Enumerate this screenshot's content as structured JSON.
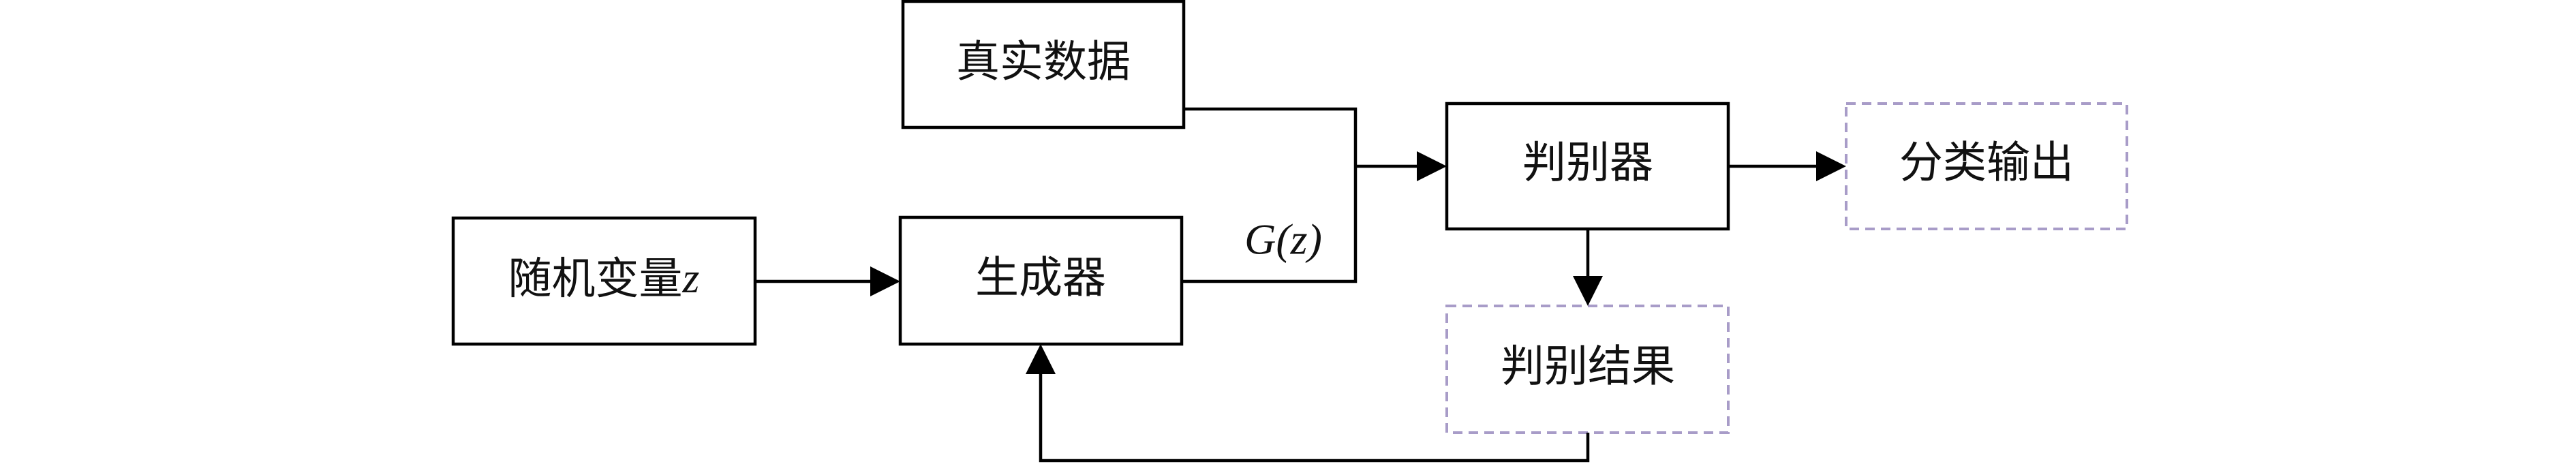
{
  "nodes": {
    "real_data": {
      "label": "真实数据"
    },
    "random_var": {
      "label": "随机变量",
      "var": "z"
    },
    "generator": {
      "label": "生成器"
    },
    "discriminator": {
      "label": "判别器"
    },
    "classification_output": {
      "label": "分类输出"
    },
    "discrimination_result": {
      "label": "判别结果"
    }
  },
  "edges": {
    "generator_output": {
      "label": "G(z)"
    }
  },
  "colors": {
    "stroke": "#000000",
    "dashed_border": "#a89cc8"
  }
}
